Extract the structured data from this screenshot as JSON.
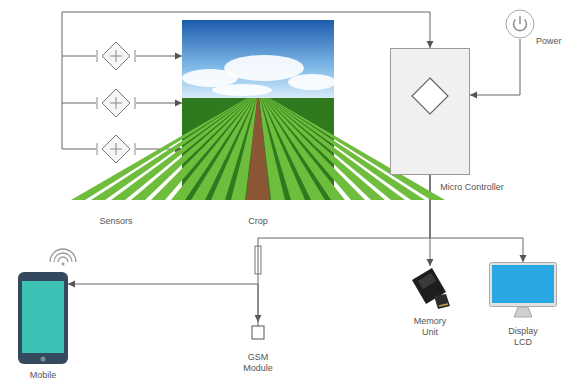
{
  "diagram": {
    "nodes": [
      {
        "text": [
          "Sensors"
        ]
      },
      {
        "text": [
          "Crop"
        ]
      },
      {
        "text": [
          "Micro Controller"
        ]
      },
      {
        "text": [
          "Power"
        ]
      },
      {
        "text": [
          "Mobile"
        ]
      },
      {
        "text": [
          "GSM Module"
        ]
      },
      {
        "text": [
          "Memory Unit"
        ]
      },
      {
        "text": [
          "Display LCD"
        ]
      }
    ],
    "edges": [
      {
        "from": 0,
        "to": 1,
        "arrow": "to"
      },
      {
        "from": 0,
        "to": 2,
        "arrow": "to"
      },
      {
        "from": 3,
        "to": 2,
        "arrow": "to"
      },
      {
        "from": 2,
        "to": 5,
        "arrow": "to"
      },
      {
        "from": 2,
        "to": 6,
        "arrow": "to"
      },
      {
        "from": 2,
        "to": 7,
        "arrow": "to"
      },
      {
        "from": 5,
        "to": 4,
        "arrow": "to"
      }
    ]
  }
}
